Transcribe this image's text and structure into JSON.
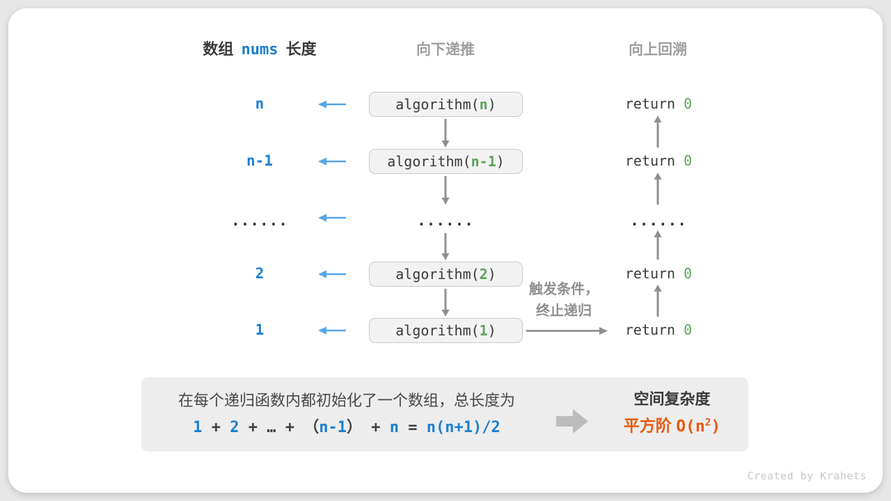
{
  "colors": {
    "accent_blue": "#1a7fd2",
    "arrow_light_blue": "#54a6e8",
    "code_green": "#5ba358",
    "result_orange": "#e8590c",
    "arrow_gray": "#8f8f8f",
    "box_bg": "#f2f2f2",
    "box_border": "#c9c9c9",
    "summary_bg": "#ededed"
  },
  "headers": {
    "array_prefix": "数组",
    "array_var": "nums",
    "array_suffix": "长度",
    "recurse_down": "向下递推",
    "backtrack_up": "向上回溯"
  },
  "rows": [
    {
      "length": "n",
      "call": [
        "algorithm(",
        "n",
        ")"
      ],
      "ret": [
        "return ",
        "0"
      ]
    },
    {
      "length": "n-1",
      "call": [
        "algorithm(",
        "n-1",
        ")"
      ],
      "ret": [
        "return ",
        "0"
      ]
    },
    {
      "ellipsis": "......"
    },
    {
      "length": "2",
      "call": [
        "algorithm(",
        "2",
        ")"
      ],
      "ret": [
        "return ",
        "0"
      ]
    },
    {
      "length": "1",
      "call": [
        "algorithm(",
        "1",
        ")"
      ],
      "ret": [
        "return ",
        "0"
      ]
    }
  ],
  "termination_note": {
    "line1": "触发条件，",
    "line2": "终止递归"
  },
  "summary": {
    "line1": "在每个递归函数内都初始化了一个数组，总长度为",
    "formula": [
      {
        "t": "1",
        "c": "blue"
      },
      {
        "t": " + "
      },
      {
        "t": "2",
        "c": "blue"
      },
      {
        "t": " + "
      },
      {
        "t": "…"
      },
      {
        "t": " + （"
      },
      {
        "t": "n-1",
        "c": "blue"
      },
      {
        "t": "） + "
      },
      {
        "t": "n",
        "c": "blue"
      },
      {
        "t": " = "
      },
      {
        "t": "n(n+1)/2",
        "c": "blue"
      }
    ],
    "result_title": "空间复杂度",
    "result_zh": "平方阶 ",
    "result_code_prefix": "O(n",
    "result_sup": "2",
    "result_code_suffix": ")"
  },
  "credit": "Created by Krahets"
}
